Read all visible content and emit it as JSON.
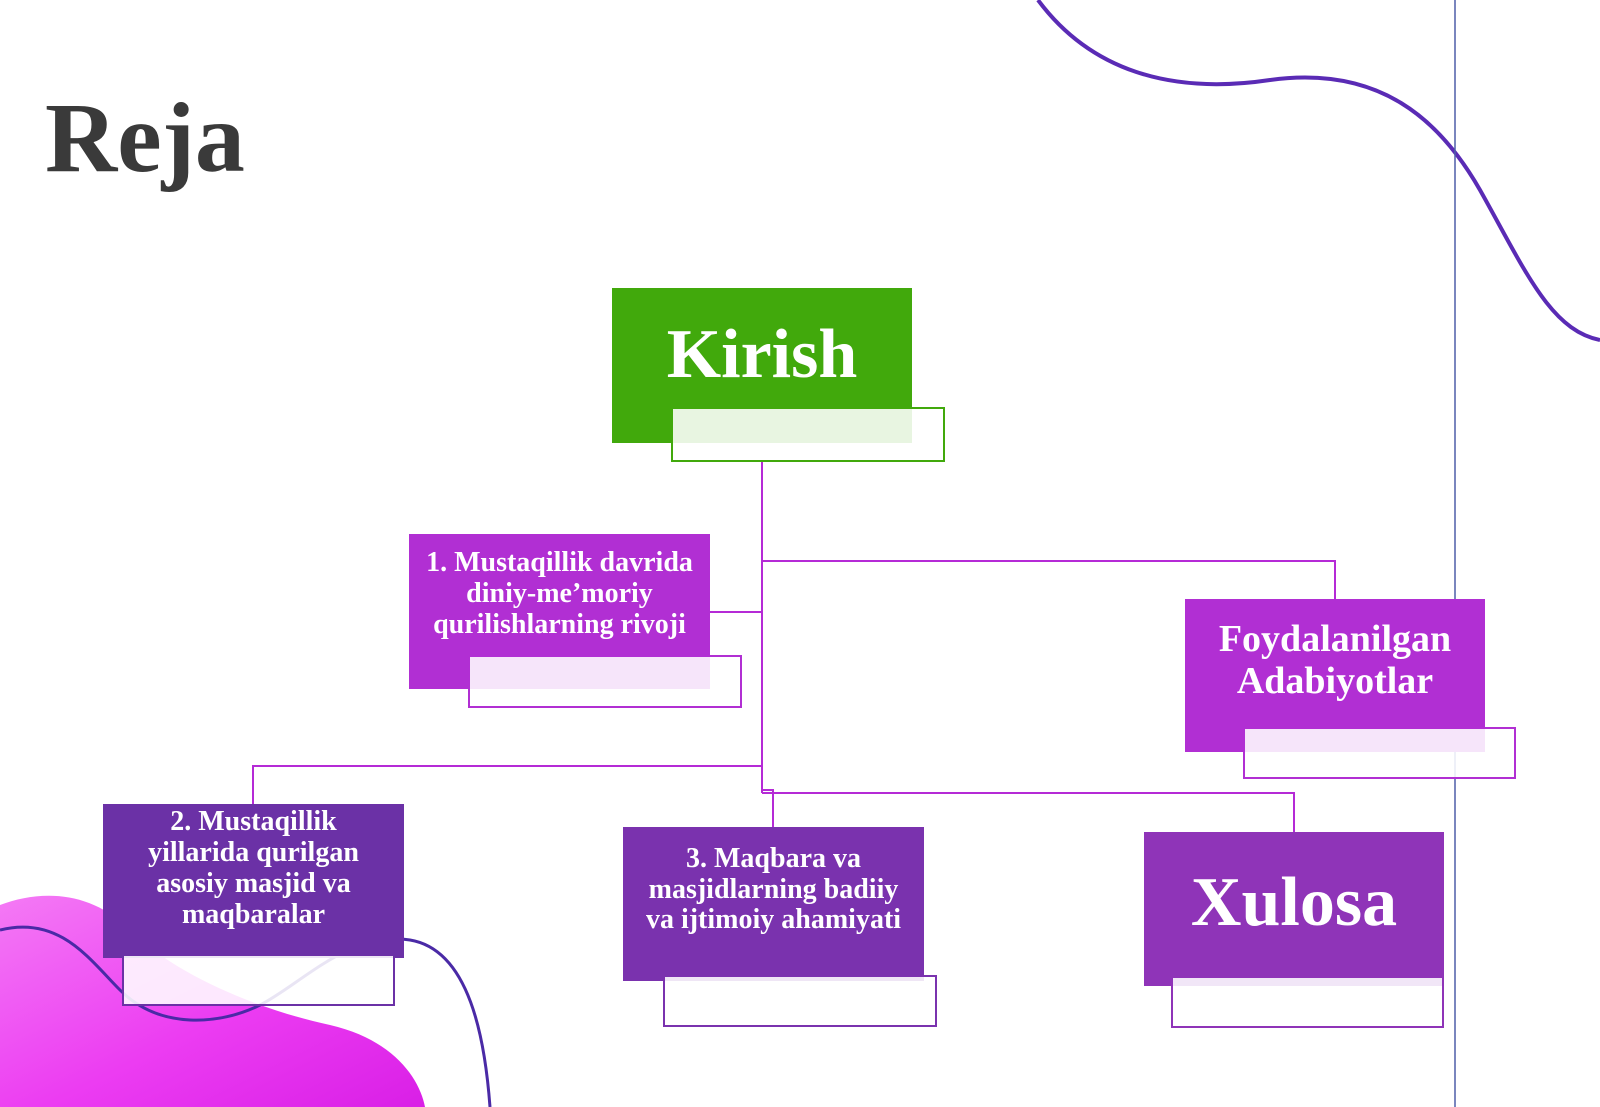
{
  "title": "Reja",
  "colors": {
    "root": "#41a90c",
    "purple_light": "#b12fd3",
    "purple_mid": "#8f34b8",
    "purple_dark": "#6b31a6",
    "connector": "#b52ad6",
    "wave": "#5a2bb5",
    "blob": "#ea2cf0"
  },
  "nodes": {
    "root": {
      "label": "Kirish"
    },
    "n1": {
      "label": "1. Mustaqillik davrida diniy-me’moriy qurilishlarning rivoji"
    },
    "n2": {
      "label": "2. Mustaqillik yillarida qurilgan asosiy masjid va maqbaralar"
    },
    "n3": {
      "label": "3. Maqbara va masjidlarning badiiy va ijtimoiy ahamiyati"
    },
    "n4": {
      "label": "Foydalanilgan Adabiyotlar"
    },
    "n5": {
      "label": "Xulosa"
    }
  }
}
